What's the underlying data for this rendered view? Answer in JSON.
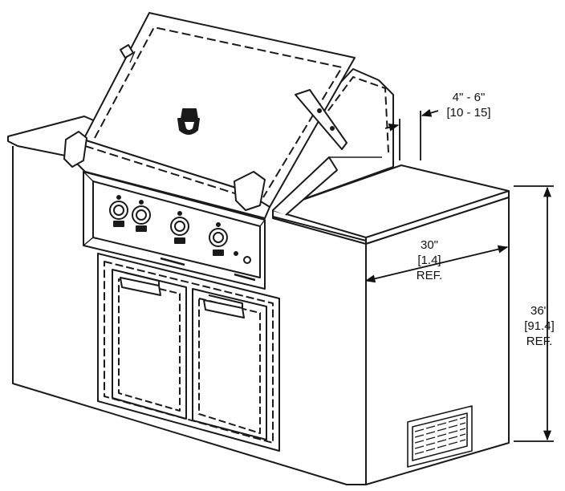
{
  "dimensions": {
    "clearance": {
      "imperial": "4\" - 6\"",
      "metric": "[10 - 15]"
    },
    "width": {
      "imperial": "30\"",
      "metric": "[1.4]",
      "ref": "REF."
    },
    "height": {
      "imperial": "36\"",
      "metric": "[91.4]",
      "ref": "REF."
    }
  }
}
